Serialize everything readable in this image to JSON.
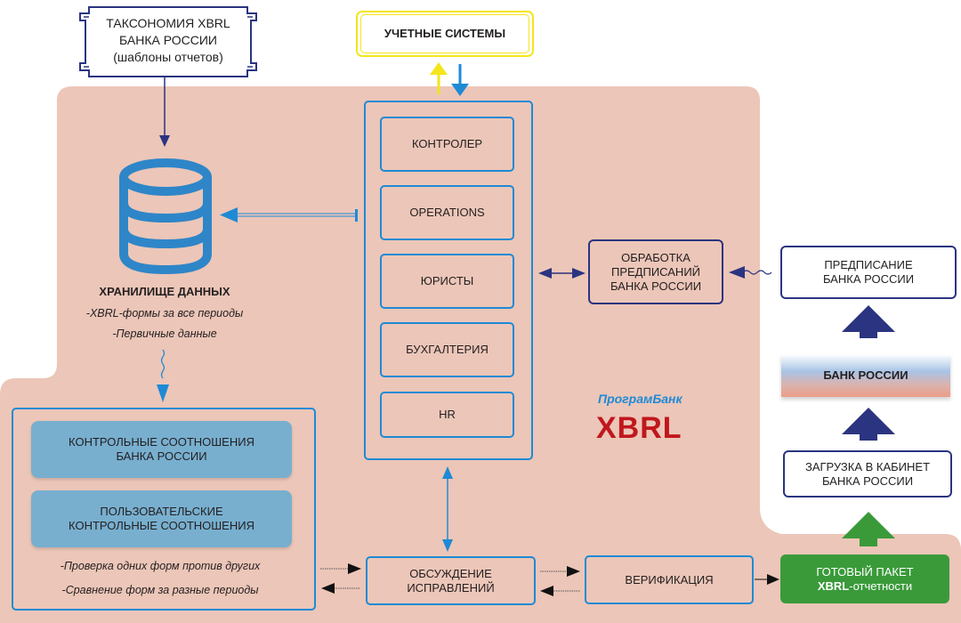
{
  "taxonomy": {
    "line1": "ТАКСОНОМИЯ XBRL",
    "line2": "БАНКА РОССИИ",
    "line3": "(шаблоны отчетов)"
  },
  "accounting_systems": {
    "label": "УЧЕТНЫЕ СИСТЕМЫ"
  },
  "storage": {
    "title": "ХРАНИЛИЩЕ ДАННЫХ",
    "items": [
      "-XBRL-формы за все периоды",
      "-Первичные данные"
    ]
  },
  "departments": {
    "items": [
      "КОНТРОЛЕР",
      "OPERATIONS",
      "ЮРИСТЫ",
      "БУХГАЛТЕРИЯ",
      "HR"
    ]
  },
  "prescriptions_processing": {
    "line1": "ОБРАБОТКА",
    "line2": "ПРЕДПИСАНИЙ",
    "line3": "БАНКА РОССИИ"
  },
  "prescription": {
    "line1": "ПРЕДПИСАНИЕ",
    "line2": "БАНКА РОССИИ"
  },
  "bank_of_russia": {
    "label": "БАНК РОССИИ"
  },
  "upload": {
    "line1": "ЗАГРУЗКА В КАБИНЕТ",
    "line2": "БАНКА РОССИИ"
  },
  "branding": {
    "company": "ПрограмБанк",
    "product": "XBRL"
  },
  "controls": {
    "cb_line1": "КОНТРОЛЬНЫЕ СООТНОШЕНИЯ",
    "cb_line2": "БАНКА РОССИИ",
    "user_line1": "ПОЛЬЗОВАТЕЛЬСКИЕ",
    "user_line2": "КОНТРОЛЬНЫЕ СООТНОШЕНИЯ",
    "notes": [
      "-Проверка одних форм против других",
      "-Сравнение форм за разные периоды"
    ]
  },
  "discussion": {
    "line1": "ОБСУЖДЕНИЕ",
    "line2": "ИСПРАВЛЕНИЙ"
  },
  "verification": {
    "label": "ВЕРИФИКАЦИЯ"
  },
  "ready_package": {
    "line1": "ГОТОВЫЙ ПАКЕТ",
    "line2_bold": "XBRL",
    "line2_rest": "-отчетности"
  },
  "colors": {
    "background_region": "#ecc6b8",
    "blue": "#1e8ad6",
    "navy": "#2b3480",
    "yellow": "#f5e51b",
    "green": "#3a9a3a",
    "teal": "#78afcf",
    "brand_red": "#c0171d",
    "brand_blue": "#1e8ad6"
  }
}
